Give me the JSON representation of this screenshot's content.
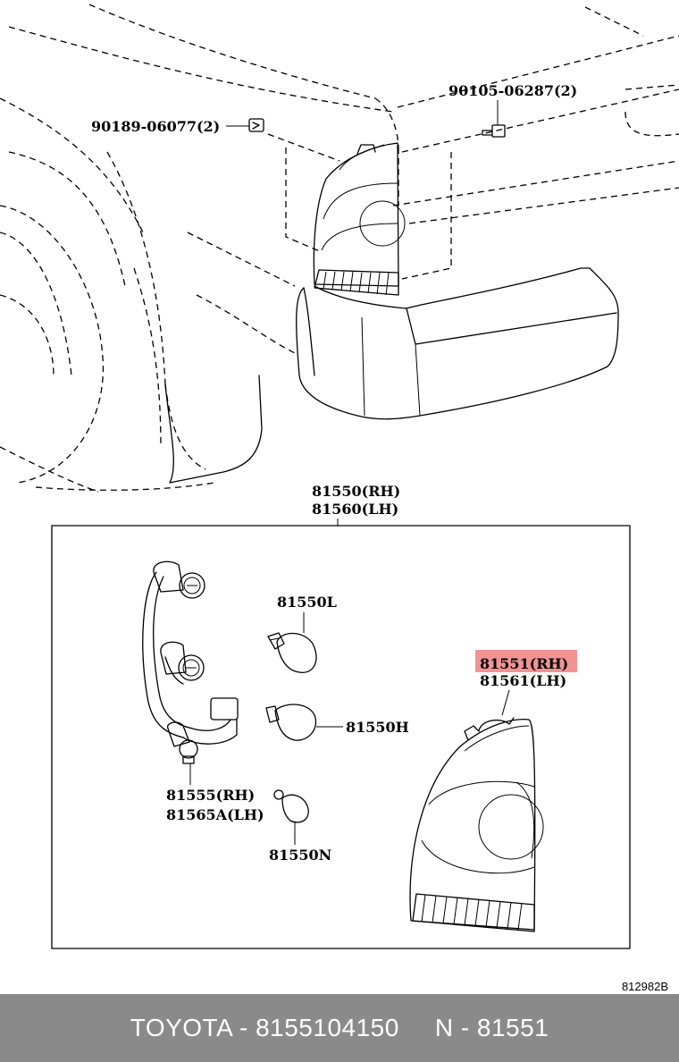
{
  "labels": {
    "bolt": "90105-06287(2)",
    "clip": "90189-06077(2)",
    "assy_rh": "81550(RH)",
    "assy_lh": "81560(LH)",
    "bulb_l": "81550L",
    "bulb_h": "81550H",
    "bulb_n": "81550N",
    "lens_rh": "81551(RH)",
    "lens_lh": "81561(LH)",
    "socket_rh": "81555(RH)",
    "socket_lh": "81565A(LH)"
  },
  "diagram_ref": "812982B",
  "highlight_color": "#f08080",
  "footer": {
    "brand_part": "TOYOTA - 8155104150",
    "ref_code": "N - 81551"
  }
}
